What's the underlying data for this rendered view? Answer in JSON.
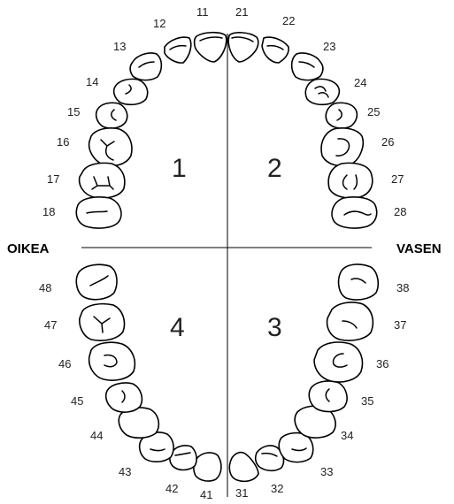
{
  "side_labels": {
    "right": "OIKEA",
    "left": "VASEN"
  },
  "quadrants": [
    "1",
    "2",
    "3",
    "4"
  ],
  "tooth_numbers": {
    "upper_right": [
      "11",
      "12",
      "13",
      "14",
      "15",
      "16",
      "17",
      "18"
    ],
    "upper_left": [
      "21",
      "22",
      "23",
      "24",
      "25",
      "26",
      "27",
      "28"
    ],
    "lower_left": [
      "31",
      "32",
      "33",
      "34",
      "35",
      "36",
      "37",
      "38"
    ],
    "lower_right": [
      "41",
      "42",
      "43",
      "44",
      "45",
      "46",
      "47",
      "48"
    ]
  },
  "colors": {
    "line": "#000000",
    "text": "#222222",
    "background": "#ffffff"
  }
}
